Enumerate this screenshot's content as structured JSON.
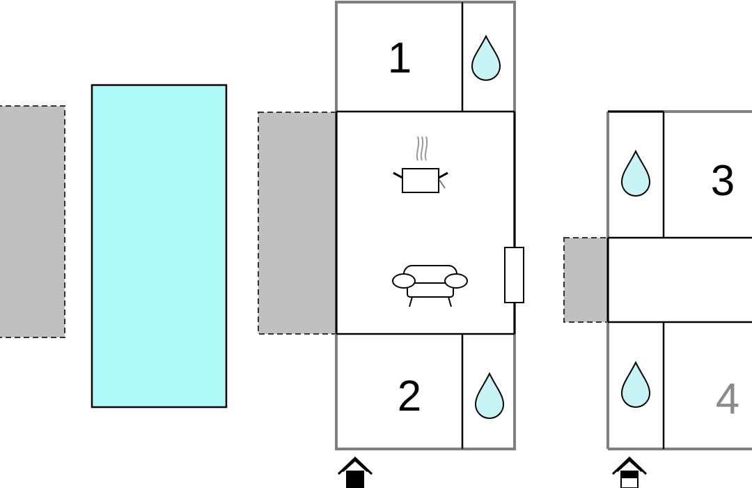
{
  "colors": {
    "pool": "#aefafb",
    "terrace": "#c0c0c0",
    "outer_wall": "#808080",
    "inner_wall": "#000000",
    "water_drop": "#c8f4f6",
    "room_number": "#000000",
    "room_number_muted": "#8a8a8a",
    "background": "#ffffff"
  },
  "rooms": [
    {
      "number": "1"
    },
    {
      "number": "2"
    },
    {
      "number": "3"
    },
    {
      "number": "4"
    }
  ],
  "icons": {
    "kitchen": "cooking-pot-icon",
    "living": "sofa-icon",
    "bathroom": "water-drop-icon",
    "entrance": "house-entrance-icon"
  }
}
